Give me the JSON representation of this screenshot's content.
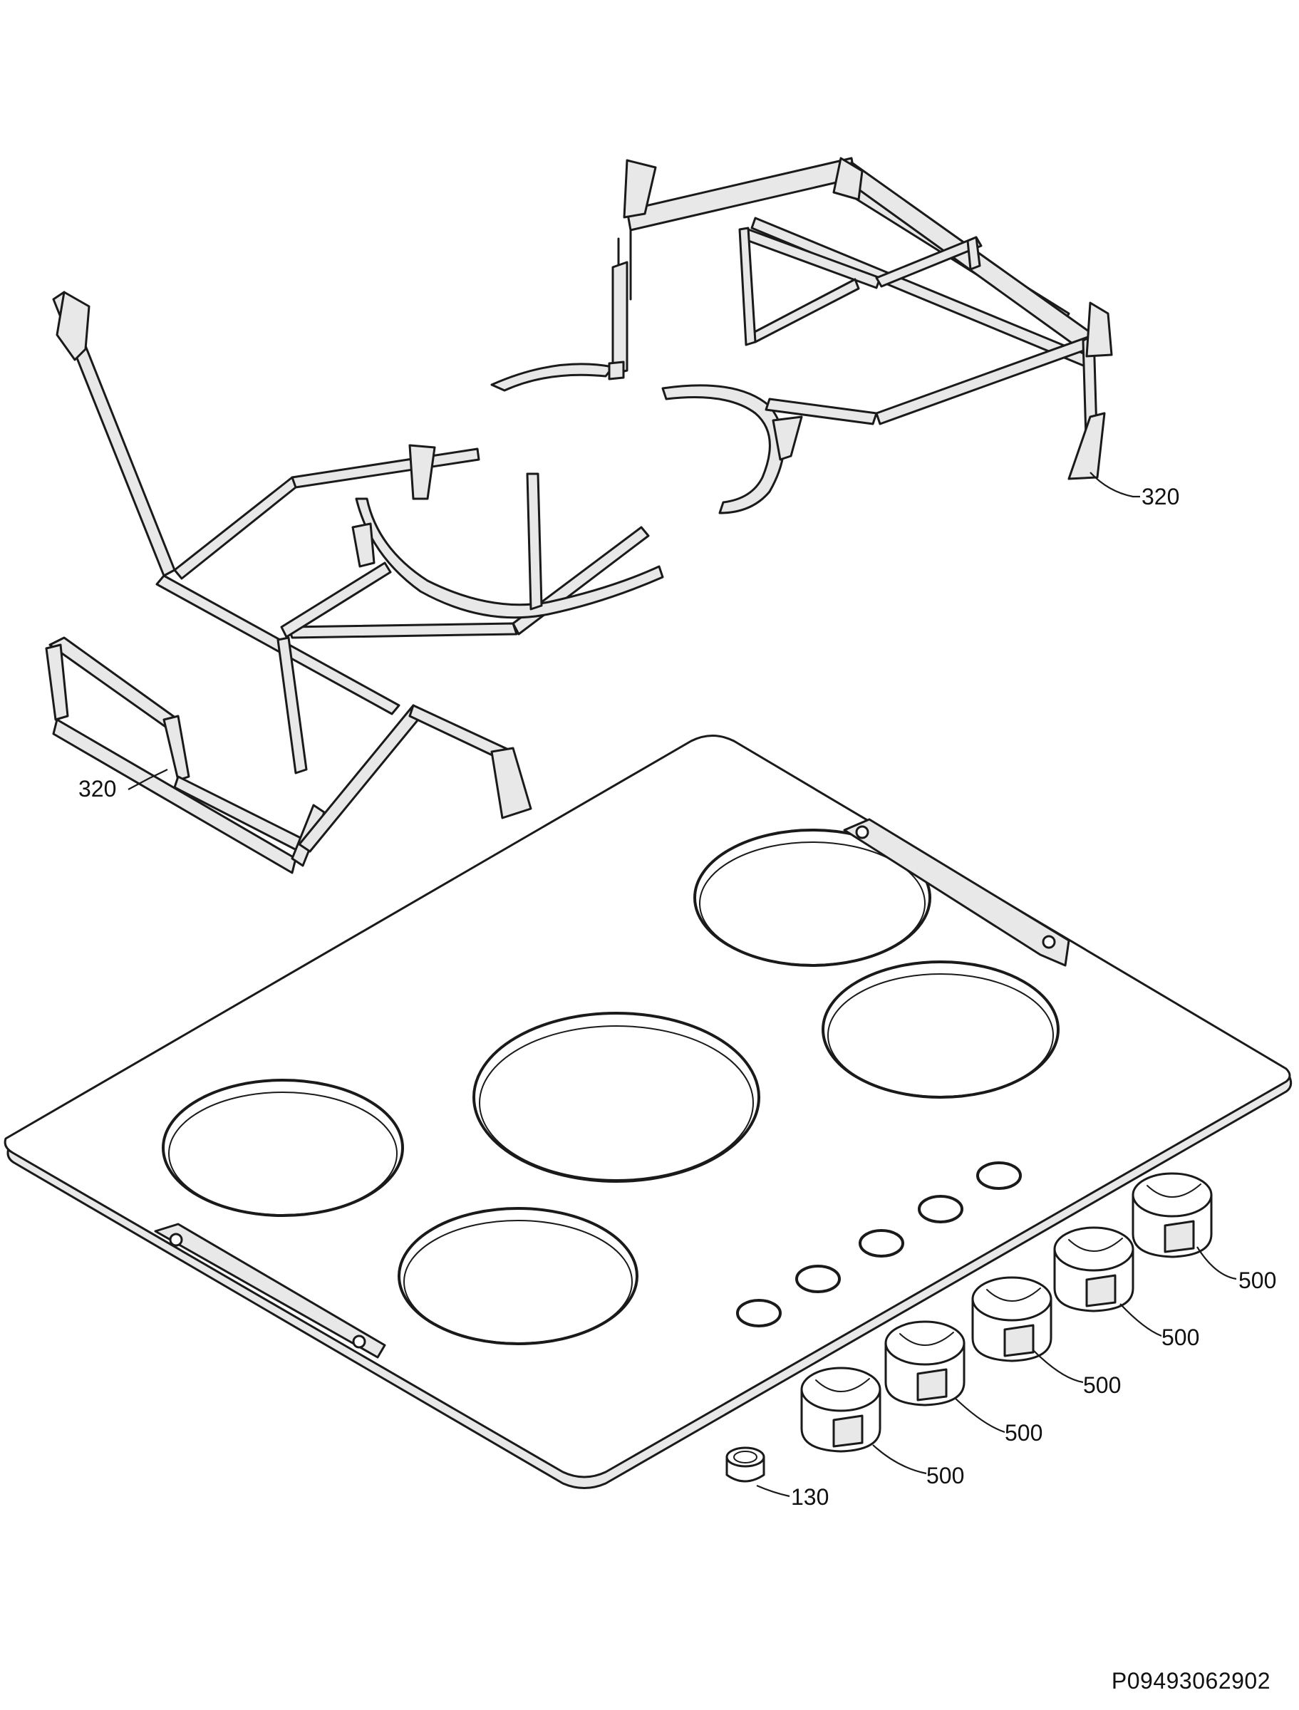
{
  "parts": {
    "grate_rear": {
      "label": "320"
    },
    "grate_front": {
      "label": "320"
    },
    "knobs": [
      {
        "label": "500"
      },
      {
        "label": "500"
      },
      {
        "label": "500"
      },
      {
        "label": "500"
      },
      {
        "label": "500"
      }
    ],
    "seal": {
      "label": "130"
    }
  },
  "drawing_code": "P09493062902"
}
